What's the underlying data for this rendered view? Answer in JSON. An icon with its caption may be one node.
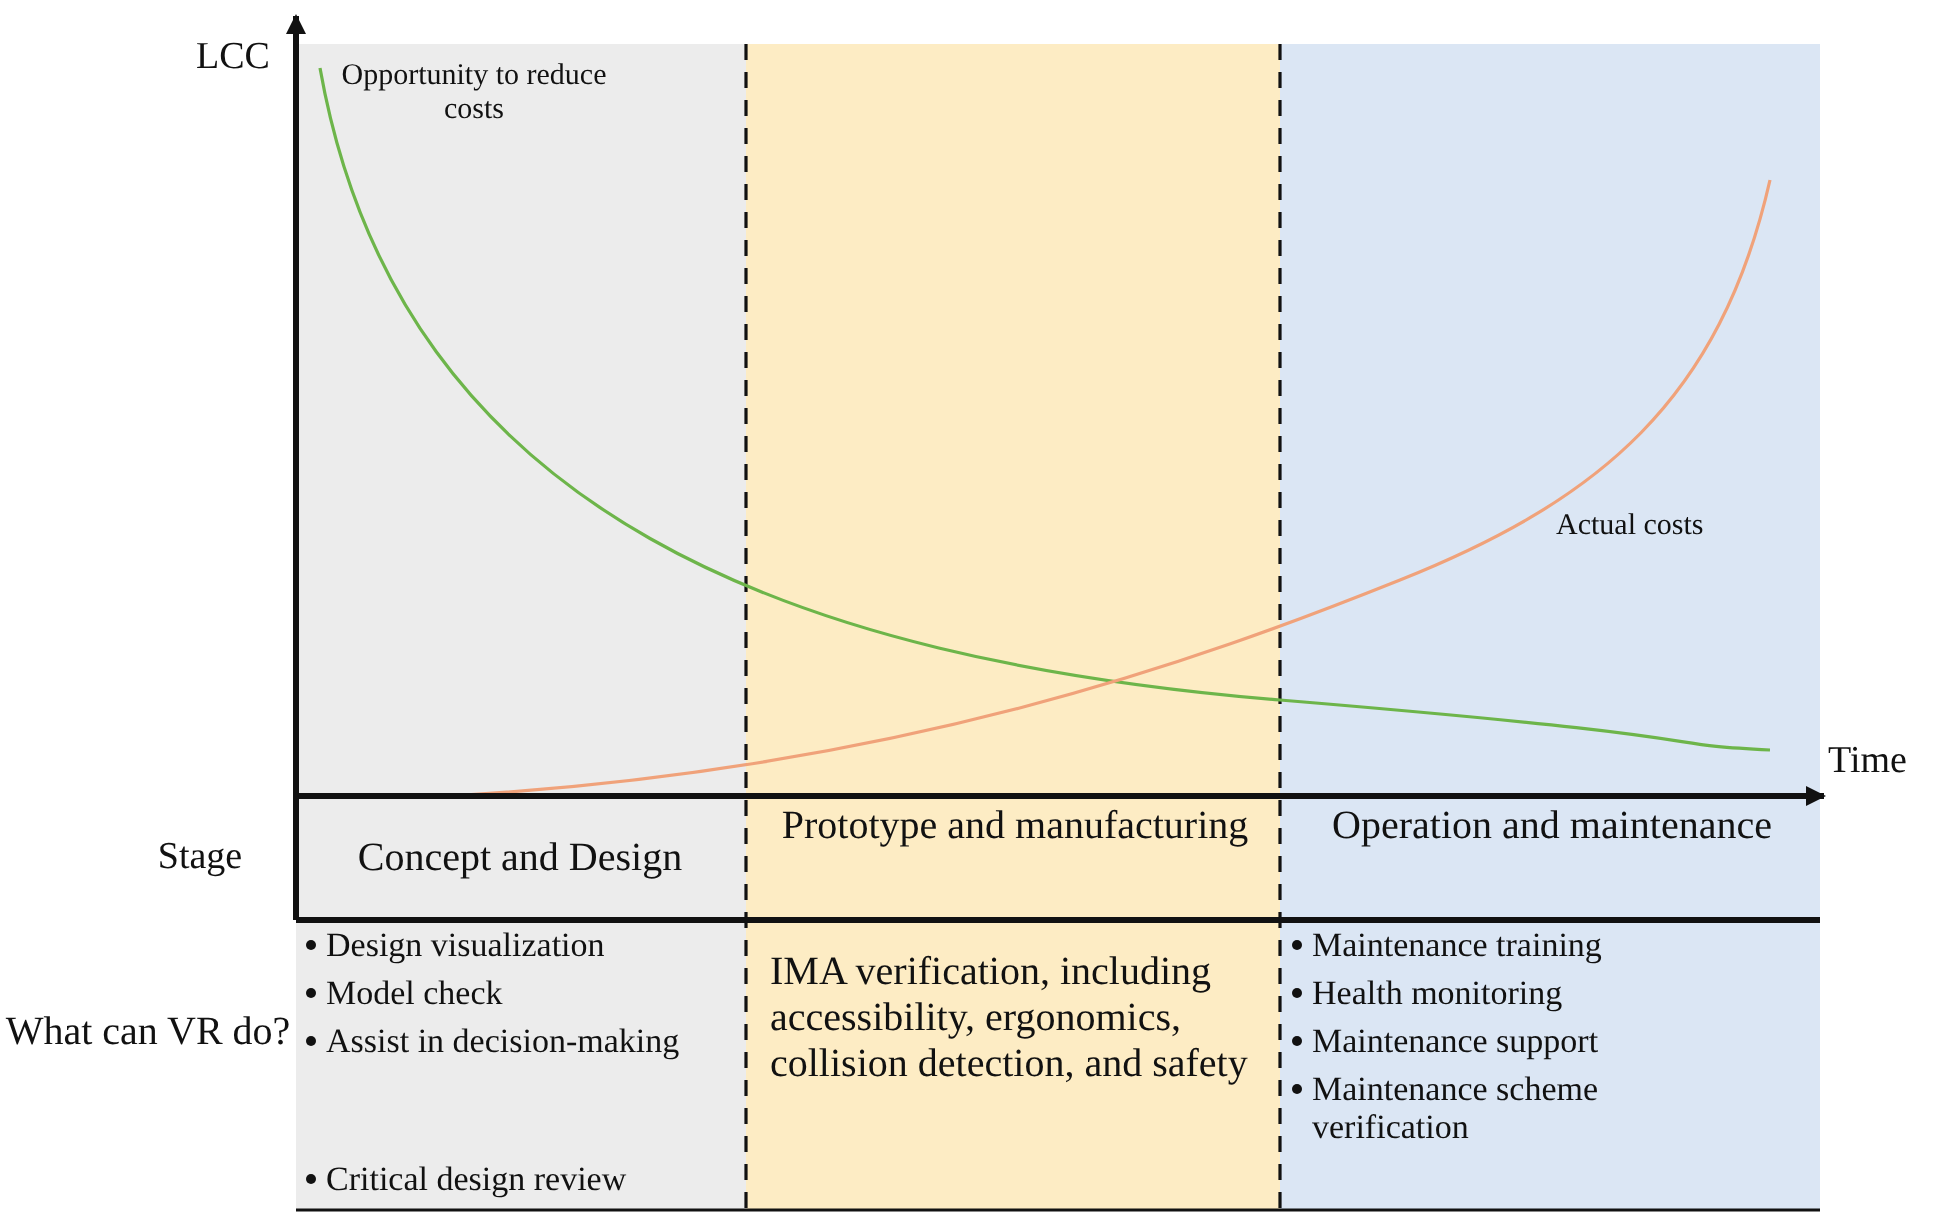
{
  "diagram": {
    "labels": [
      "LCC",
      "Opportunity to reduce costs",
      "Actual costs",
      "Time",
      "Stage",
      "Concept and Design",
      "Prototype and manufacturing",
      "Operation and maintenance",
      "What can VR do?",
      "Design visualization",
      "Model check",
      "Assist in decision-making",
      "Critical design review",
      "IMA verification, including accessibility, ergonomics, collision detection, and safety",
      "Maintenance training",
      "Health monitoring",
      "Maintenance support",
      "Maintenance scheme verification"
    ]
  }
}
